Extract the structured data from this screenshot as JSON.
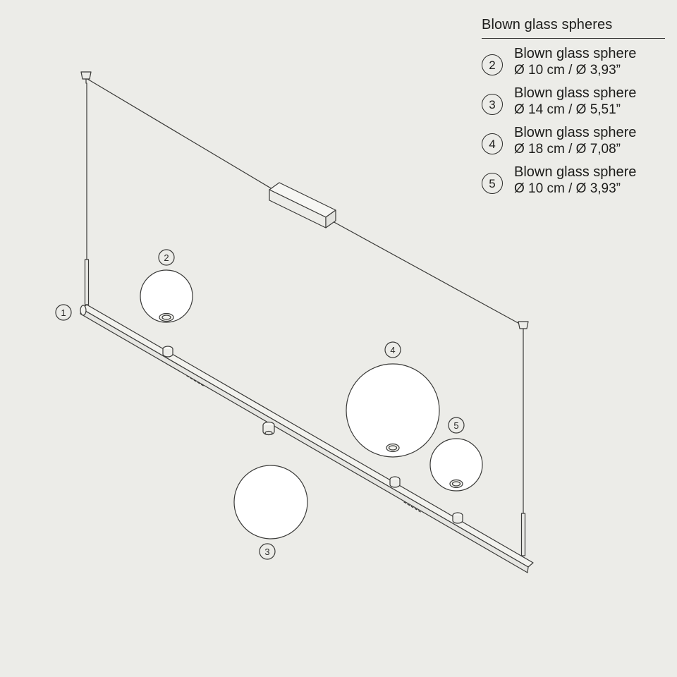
{
  "legend": {
    "title": "Blown glass spheres",
    "items": [
      {
        "number": "2",
        "name": "Blown glass sphere",
        "size": "Ø 10 cm / Ø 3,93”"
      },
      {
        "number": "3",
        "name": "Blown glass sphere",
        "size": "Ø 14 cm / Ø 5,51”"
      },
      {
        "number": "4",
        "name": "Blown glass sphere",
        "size": "Ø 18 cm / Ø 7,08”"
      },
      {
        "number": "5",
        "name": "Blown glass sphere",
        "size": "Ø 10 cm / Ø 3,93”"
      }
    ]
  },
  "callouts": {
    "rail": "1",
    "sphere_2": "2",
    "sphere_3": "3",
    "sphere_4": "4",
    "sphere_5": "5"
  },
  "colors": {
    "background": "#ecece8",
    "line": "#3a3a38",
    "sphere_fill": "#ffffff"
  }
}
